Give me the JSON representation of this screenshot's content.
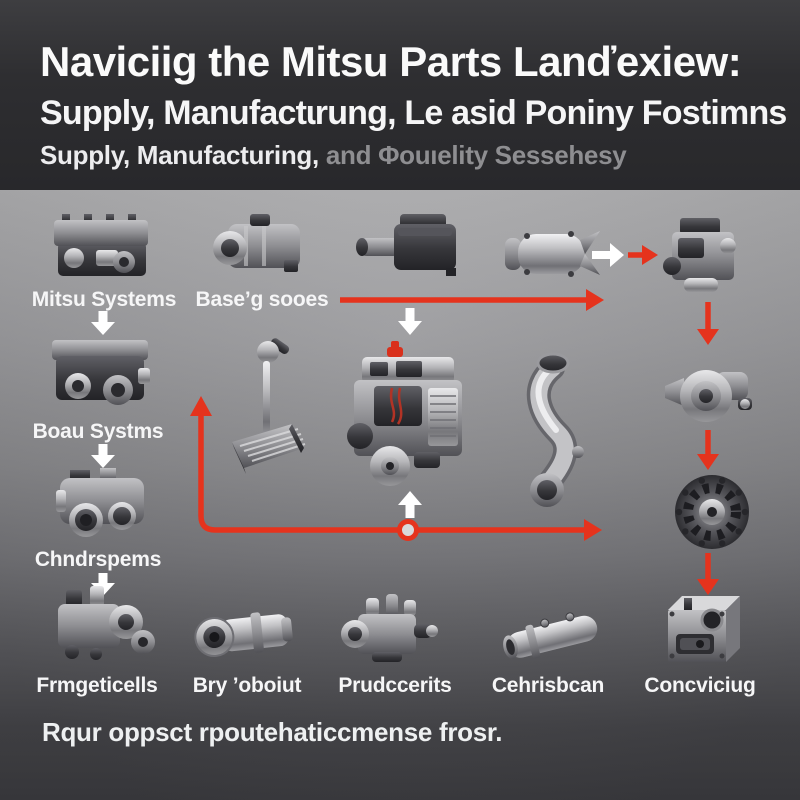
{
  "header": {
    "title_line1": "Naviciig the Mitsu Parts Lanďexiew:",
    "title_line2": "Supply, Manufactɩrung, Le asid Poniny Fostimns",
    "subtitle_white": "Supply, Manufacturing,",
    "subtitle_gray": " and Φouıelity Sessehesy"
  },
  "labels": {
    "mitsu": "Mitsu Systems",
    "baseg": "Base’g sooes",
    "boau": "Boau Systms",
    "chndr": "Chndrspems",
    "frmget": "Frmgeticells",
    "bry": "Bry ’oboiut",
    "prud": "Prudccerits",
    "cehris": "Cehrisbcan",
    "conc": "Concviciug"
  },
  "caption": {
    "text": "Rqur oppsct rpoutehaticcmense frosr."
  },
  "colors": {
    "arrow_red": "#e5331d",
    "arrow_white": "#ffffff",
    "panel_light_gray": "#adadaf",
    "background_dark": "#2b2b2e",
    "subtitle_gray": "#8e8e91",
    "engine_cap_red": "#d9301c"
  },
  "parts": [
    {
      "id": "cylinder-head-engine-icon",
      "row": 1
    },
    {
      "id": "gearbox-housing-icon",
      "row": 1
    },
    {
      "id": "air-intake-box-icon",
      "row": 1
    },
    {
      "id": "muffler-canister-icon",
      "row": 1
    },
    {
      "id": "engine-assembly-icon",
      "row": 1
    },
    {
      "id": "engine-block-icon",
      "row": 2
    },
    {
      "id": "gear-shifter-conveyor-icon",
      "row": 2
    },
    {
      "id": "main-engine-red-cap-icon",
      "row": 2
    },
    {
      "id": "exhaust-pipe-icon",
      "row": 2
    },
    {
      "id": "water-pump-icon",
      "row": 2
    },
    {
      "id": "transmission-case-icon",
      "row": 3
    },
    {
      "id": "flywheel-clutch-icon",
      "row": 3
    },
    {
      "id": "compressor-assembly-icon",
      "row": 4
    },
    {
      "id": "cylinder-flange-tube-icon",
      "row": 4
    },
    {
      "id": "pump-unit-icon",
      "row": 4
    },
    {
      "id": "straight-tube-icon",
      "row": 4
    },
    {
      "id": "control-box-icon",
      "row": 4
    }
  ]
}
